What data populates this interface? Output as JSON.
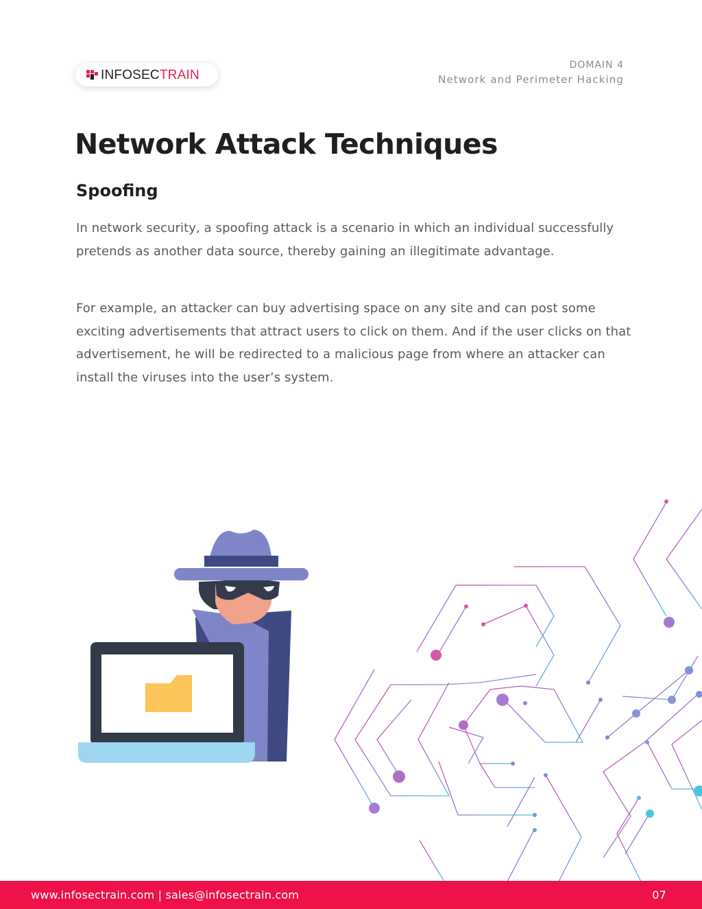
{
  "header": {
    "logo": {
      "part1": "INFOSEC",
      "part2": "TRAIN"
    },
    "domain_label": "DOMAIN 4",
    "domain_title": "Network and Perimeter Hacking"
  },
  "main": {
    "title": "Network Attack Techniques",
    "section_heading": "Spoofing",
    "paragraphs": [
      "In network security, a spoofing attack is a scenario in which an individual successfully pretends as another data source, thereby gaining an illegitimate advantage.",
      "For example, an attacker can buy advertising space on any site and can post some exciting advertisements that attract users to click on them. And if the user clicks on that advertisement, he will be redirected to a malicious page from where an attacker can install the viruses into the user’s system."
    ]
  },
  "illustration": {
    "icon": "hacker-laptop-icon"
  },
  "decoration": {
    "icon": "network-circuit-icon"
  },
  "footer": {
    "contact": "www.infosectrain.com | sales@infosectrain.com",
    "page_number": "07"
  },
  "colors": {
    "accent": "#ee1249",
    "logo_red": "#e5224f",
    "hat": "#7f86c8",
    "coat_dark": "#3f4a82",
    "laptop_base": "#9fd6f2",
    "folder": "#fdc65b"
  }
}
